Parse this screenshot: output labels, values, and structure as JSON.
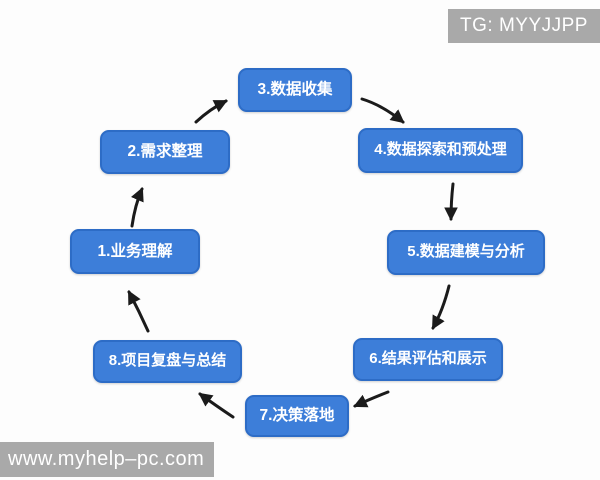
{
  "watermarks": {
    "top_right": "TG: MYYJJPP",
    "bottom_left": "www.myhelp–pc.com"
  },
  "diagram": {
    "type": "circular-process-flow",
    "flow_order": "1→2→3→4→5→6→7→8→1",
    "steps": [
      {
        "num": 1,
        "label": "1.业务理解"
      },
      {
        "num": 2,
        "label": "2.需求整理"
      },
      {
        "num": 3,
        "label": "3.数据收集"
      },
      {
        "num": 4,
        "label": "4.数据探索和预处理"
      },
      {
        "num": 5,
        "label": "5.数据建模与分析"
      },
      {
        "num": 6,
        "label": "6.结果评估和展示"
      },
      {
        "num": 7,
        "label": "7.决策落地"
      },
      {
        "num": 8,
        "label": "8.项目复盘与总结"
      }
    ],
    "colors": {
      "box_fill": "#3d7ed9",
      "box_border": "#2d6cc6",
      "box_text": "#ffffff",
      "arrow": "#1b1b1b",
      "watermark_bg": "#a9a9a9",
      "watermark_text": "#ffffff",
      "background": "#fdfdfd"
    }
  }
}
